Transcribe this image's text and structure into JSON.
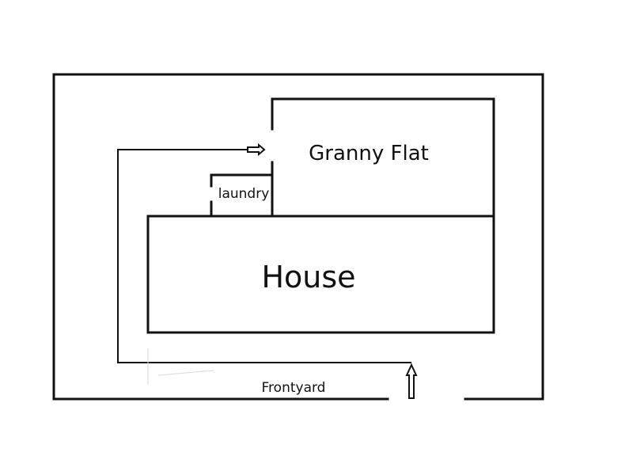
{
  "labels": {
    "granny_flat": "Granny Flat",
    "laundry": "laundry",
    "house": "House",
    "frontyard": "Frontyard"
  },
  "colors": {
    "ink": "#111111",
    "background": "#ffffff"
  }
}
